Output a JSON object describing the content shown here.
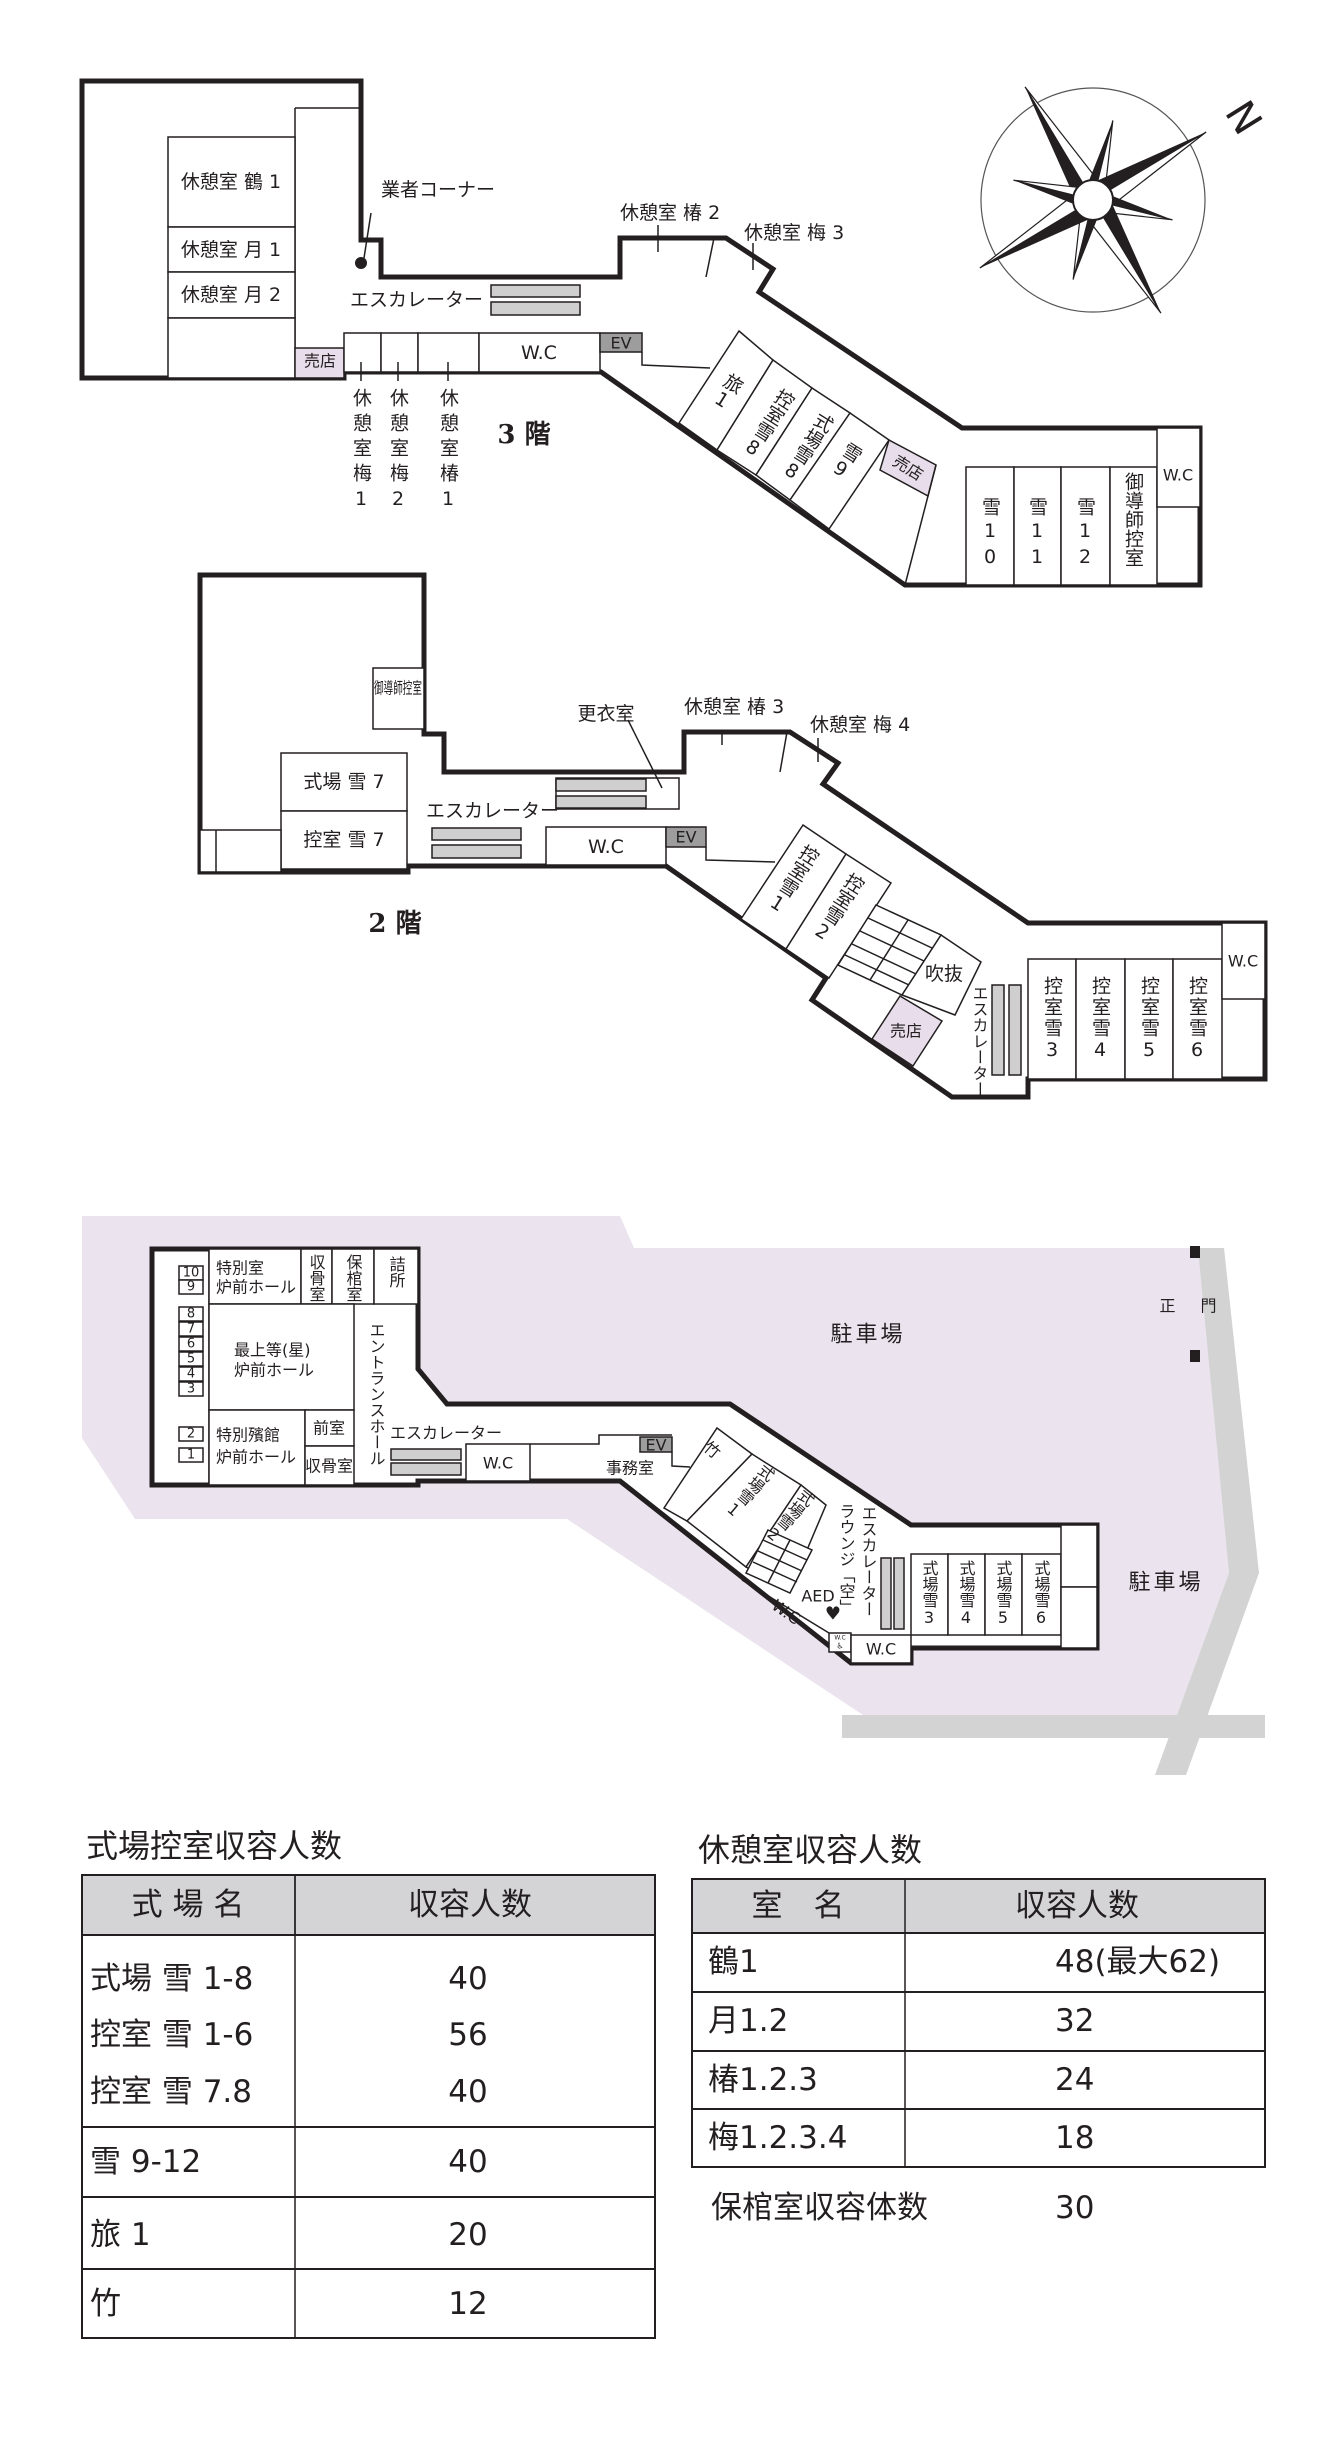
{
  "compass": {
    "north_label": "N"
  },
  "floor3": {
    "floor_label": "3 階",
    "rooms": {
      "tsuru1": "休憩室 鶴 1",
      "tsuki1": "休憩室 月 1",
      "tsuki2": "休憩室 月 2",
      "shop_left": "売店",
      "vendor_corner": "業者コーナー",
      "escalator": "エスカレーター",
      "tsubaki2": "休憩室 椿 2",
      "ume3": "休憩室 梅 3",
      "wc": "W.C",
      "ev": "EV",
      "ume1": "休憩室梅1",
      "ume2": "休憩室梅2",
      "tsubaki1": "休憩室椿1",
      "tabi1": "旅1",
      "hikae8": "控室雪8",
      "shikijo8": "式場雪8",
      "yuki9": "雪9",
      "shop_right": "売店",
      "yuki10": "雪10",
      "yuki11": "雪11",
      "yuki12": "雪12",
      "doshi": "御導師控室",
      "wc_right": "W.C"
    }
  },
  "floor2": {
    "floor_label": "2 階",
    "rooms": {
      "doshi": "御導師控室",
      "shikijo7": "式場 雪 7",
      "hikae7": "控室 雪 7",
      "escalator_left": "エスカレーター",
      "changing": "更衣室",
      "tsubaki3": "休憩室 椿 3",
      "ume4": "休憩室 梅 4",
      "wc": "W.C",
      "ev": "EV",
      "hikae1": "控室雪1",
      "hikae2": "控室雪2",
      "atrium": "吹抜",
      "shop": "売店",
      "escalator_right": "エスカレーター",
      "hikae3": "控室雪3",
      "hikae4": "控室雪4",
      "hikae5": "控室雪5",
      "hikae6": "控室雪6",
      "wc_right": "W.C"
    }
  },
  "floor1": {
    "rooms": {
      "special_room": "特別室",
      "furnace_hall": "炉前ホール",
      "bone_room": "収骨室",
      "coffin_room": "保棺室",
      "guard": "詰所",
      "top_class": "最上等(星)",
      "top_hall": "炉前ホール",
      "special_mausoleum": "特別殯館",
      "special_hall": "炉前ホール",
      "anteroom": "前室",
      "bone_room2": "収骨室",
      "entrance_hall": "エントランスホール",
      "escalator": "エスカレーター",
      "wc": "W.C",
      "ev": "EV",
      "office": "事務室",
      "take": "竹",
      "shikijo1": "式場雪1",
      "shikijo2": "式場雪2",
      "lounge": "ラウンジ「空」",
      "escalator_right": "エスカレーター",
      "aed": "AED",
      "wc_diag": "W.C",
      "wc_small": "W.C",
      "wc_bottom": "W.C",
      "shikijo3": "式場雪3",
      "shikijo4": "式場雪4",
      "shikijo5": "式場雪5",
      "shikijo6": "式場雪6"
    },
    "furnace_numbers": [
      "10",
      "9",
      "8",
      "7",
      "6",
      "5",
      "4",
      "3",
      "2",
      "1"
    ],
    "parking1": "駐車場",
    "parking2": "駐車場",
    "main_gate": "正 門"
  },
  "colors": {
    "site": "#ebe3ee",
    "road": "#d3d3d4",
    "shop": "#e8deeb"
  },
  "ceremony_table": {
    "title": "式場控室収容人数",
    "headers": [
      "式 場 名",
      "収容人数"
    ],
    "rows": [
      {
        "name": "式場 雪 1-8",
        "capacity": "40"
      },
      {
        "name": "控室 雪 1-6",
        "capacity": "56"
      },
      {
        "name": "控室 雪 7.8",
        "capacity": "40"
      },
      {
        "name": "雪 9-12",
        "capacity": "40"
      },
      {
        "name": "旅 1",
        "capacity": "20"
      },
      {
        "name": "竹",
        "capacity": "12"
      }
    ]
  },
  "rest_table": {
    "title": "休憩室収容人数",
    "headers": [
      "室　名",
      "収容人数"
    ],
    "rows": [
      {
        "name": "鶴1",
        "capacity": "48(最大62)"
      },
      {
        "name": "月1.2",
        "capacity": "32"
      },
      {
        "name": "椿1.2.3",
        "capacity": "24"
      },
      {
        "name": "梅1.2.3.4",
        "capacity": "18"
      }
    ],
    "coffin_label": "保棺室収容体数",
    "coffin_value": "30"
  }
}
